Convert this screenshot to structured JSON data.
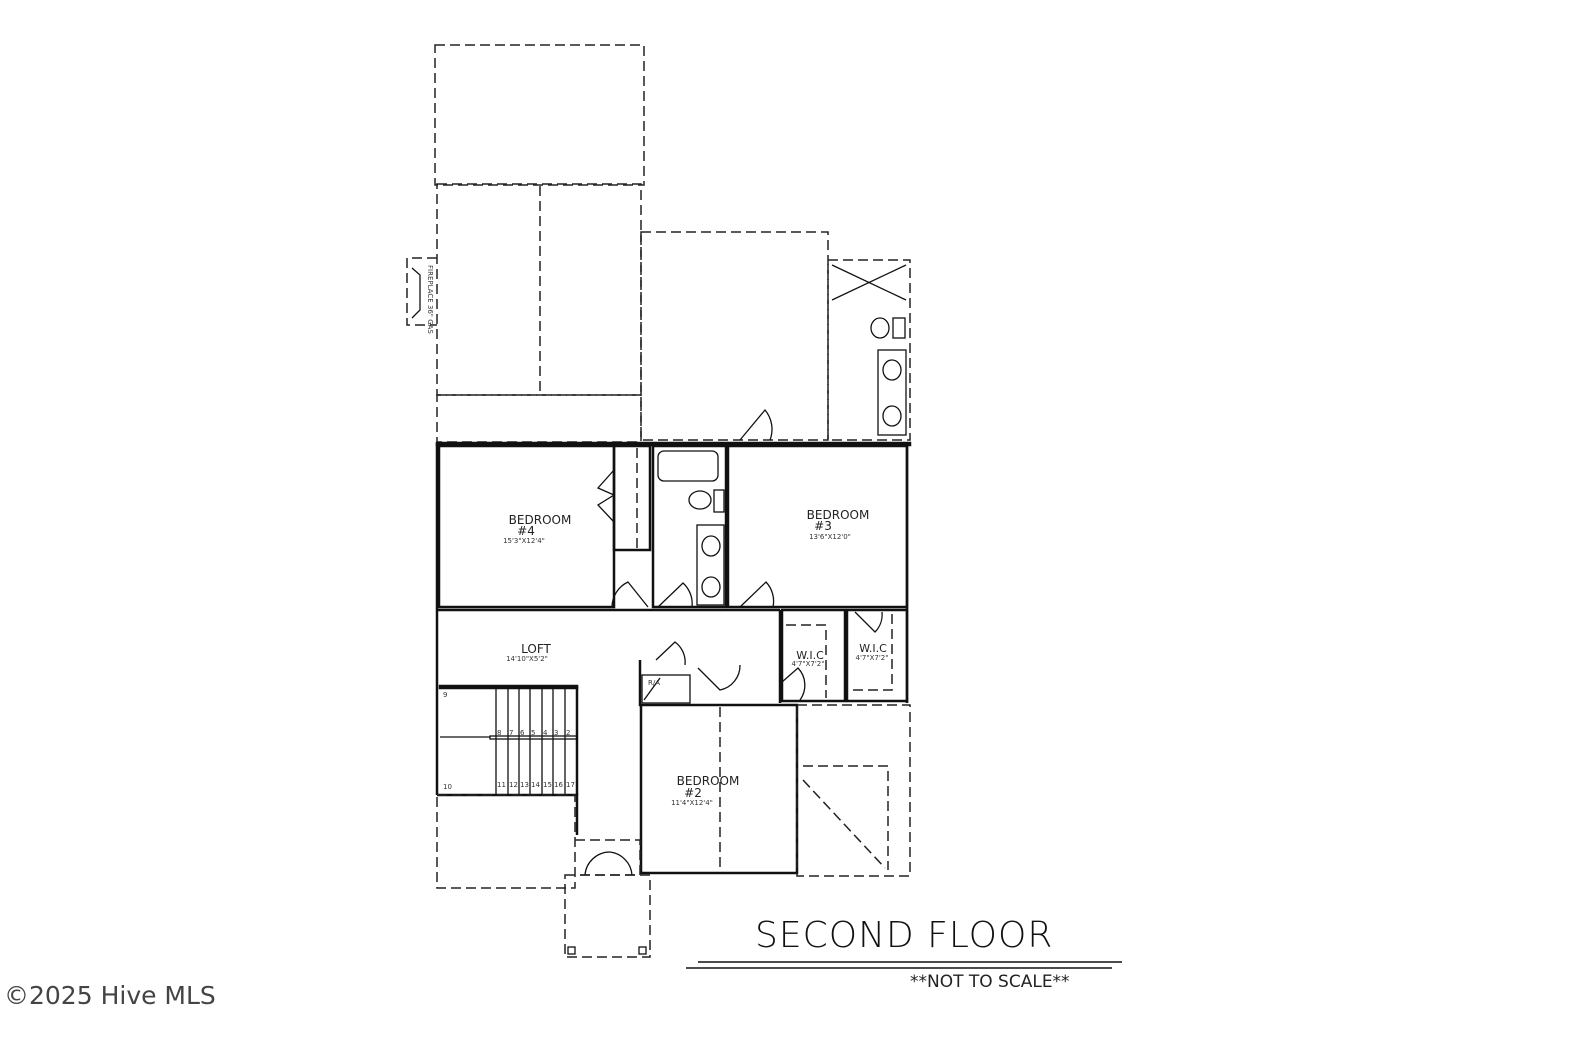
{
  "plan": {
    "title": "SECOND FLOOR",
    "note": "**NOT TO SCALE**",
    "rooms": [
      {
        "name": "BEDROOM",
        "number": "#4",
        "size": "15'3\"X12'4\""
      },
      {
        "name": "BEDROOM",
        "number": "#3",
        "size": "13'6\"X12'0\""
      },
      {
        "name": "LOFT",
        "size": "14'10\"X5'2\""
      },
      {
        "name": "W.I.C",
        "size": "4'7\"X7'2\""
      },
      {
        "name": "W.I.C",
        "size": "4'7\"X7'2\""
      },
      {
        "name": "BEDROOM",
        "number": "#2",
        "size": "11'4\"X12'4\""
      }
    ],
    "fireplace": "FIREPLACE 36\" GAS",
    "attic": "R/A",
    "steps_upper": [
      "8",
      "7",
      "6",
      "5",
      "4",
      "3",
      "2"
    ],
    "steps_lower": [
      "11",
      "12",
      "13",
      "14",
      "15",
      "16",
      "17"
    ],
    "landing_upper": "9",
    "landing_lower": "10"
  },
  "watermark": "©2025 Hive MLS"
}
